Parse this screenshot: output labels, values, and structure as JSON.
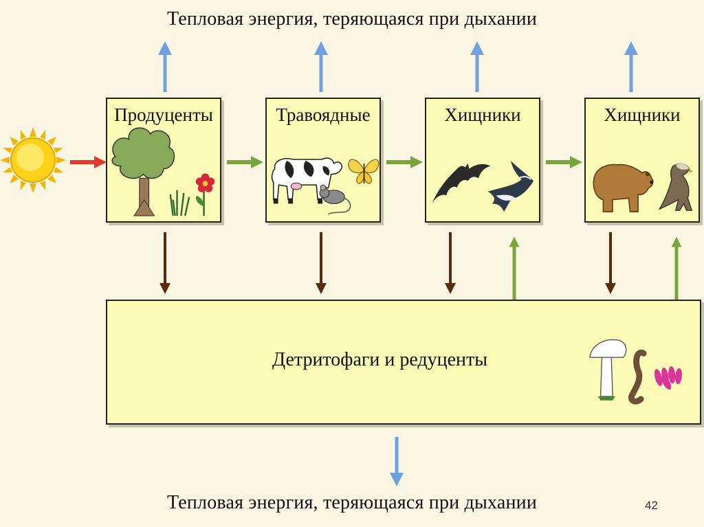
{
  "heat_loss_top": "Тепловая энергия, теряющаяся при дыхании",
  "heat_loss_bottom": "Тепловая энергия, теряющаяся при дыхании",
  "levels": [
    {
      "label": "Продуценты"
    },
    {
      "label": "Травоядные"
    },
    {
      "label": "Хищники"
    },
    {
      "label": "Хищники"
    }
  ],
  "decomposers": {
    "label": "Детритофаги и редуценты"
  },
  "page_number": "42",
  "colors": {
    "box_fill": "#fbfab7",
    "energy_arrow": "#6fa0e0",
    "food_arrow": "#78a63c",
    "detritus_arrow": "#5a2a0f",
    "sun_arrow": "#e23a2a",
    "sun": "#ffd21a"
  },
  "icons": {
    "sun": "sun-icon",
    "producers": [
      "tree-icon",
      "grass-icon",
      "flower-icon"
    ],
    "herbivores": [
      "cow-icon",
      "mouse-icon",
      "butterfly-icon"
    ],
    "carnivores1": [
      "bat-icon",
      "swallow-icon"
    ],
    "carnivores2": [
      "bear-icon",
      "eagle-icon"
    ],
    "decomposers": [
      "mushroom-icon",
      "worm-icon",
      "bacteria-icon"
    ]
  }
}
